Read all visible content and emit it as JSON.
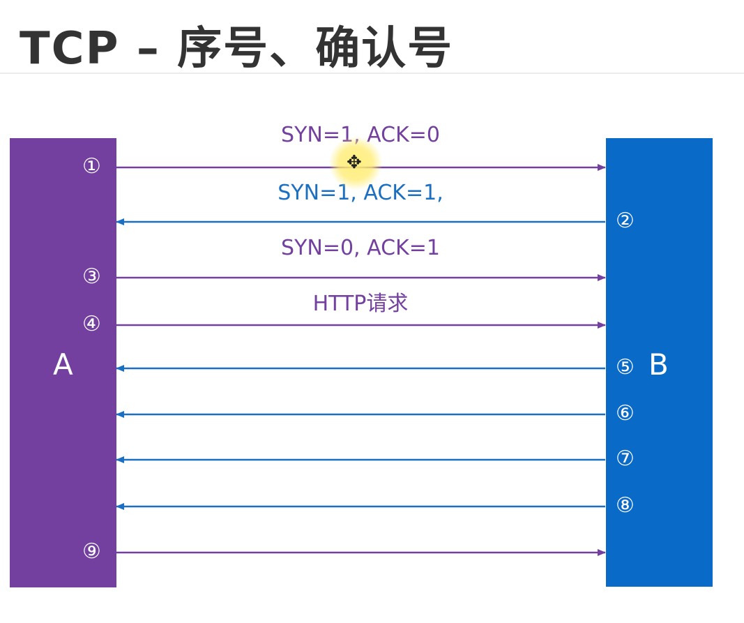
{
  "title": "TCP  –  序号、确认号",
  "colors": {
    "host_a": "#7340a0",
    "host_b": "#0a6ac7",
    "forward": "#7340a0",
    "backward": "#1a6fc0"
  },
  "hosts": {
    "a": {
      "label": "A"
    },
    "b": {
      "label": "B"
    }
  },
  "steps": [
    {
      "num": "①",
      "side": "a",
      "direction": "to_b"
    },
    {
      "num": "②",
      "side": "b",
      "direction": "to_a"
    },
    {
      "num": "③",
      "side": "a",
      "direction": "to_b"
    },
    {
      "num": "④",
      "side": "a",
      "direction": "to_b"
    },
    {
      "num": "⑤",
      "side": "b",
      "direction": "to_a"
    },
    {
      "num": "⑥",
      "side": "b",
      "direction": "to_a"
    },
    {
      "num": "⑦",
      "side": "b",
      "direction": "to_a"
    },
    {
      "num": "⑧",
      "side": "b",
      "direction": "to_a"
    },
    {
      "num": "⑨",
      "side": "a",
      "direction": "to_b"
    }
  ],
  "messages": [
    {
      "text": "SYN=1, ACK=0",
      "step": "①"
    },
    {
      "text": "SYN=1, ACK=1,",
      "step": "②"
    },
    {
      "text": "SYN=0, ACK=1",
      "step": "③"
    },
    {
      "text": "HTTP请求",
      "step": "④"
    }
  ]
}
